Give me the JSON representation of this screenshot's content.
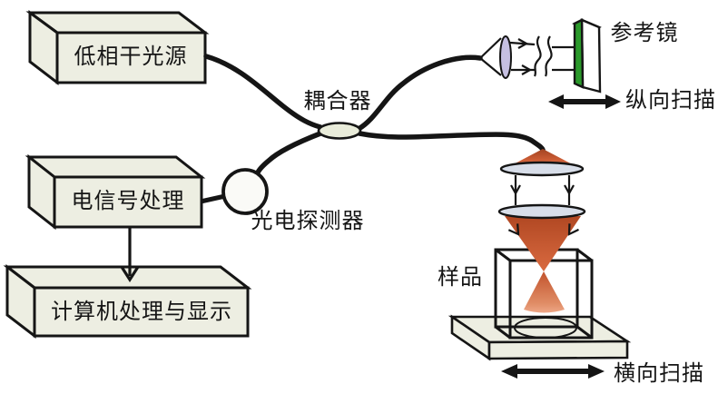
{
  "diagram": {
    "type": "schematic",
    "subject": "Optical coherence tomography system schematic",
    "nodes": {
      "source": {
        "label": "低相干光源"
      },
      "coupler": {
        "label": "耦合器"
      },
      "reference_mirror": {
        "label": "参考镜"
      },
      "longitudinal_scan": {
        "label": "纵向扫描"
      },
      "signal_processing": {
        "label": "电信号处理"
      },
      "photodetector": {
        "label": "光电探测器"
      },
      "computer": {
        "label": "计算机处理与显示"
      },
      "sample": {
        "label": "样品"
      },
      "lateral_scan": {
        "label": "横向扫描"
      }
    },
    "colors": {
      "background": "#ffffff",
      "text": "#151515",
      "outline": "#151515",
      "box_fill": "#edeee2",
      "coupler_fill": "#e9ecda",
      "detector_fill": "#fafaf7",
      "mirror_green": "#2a992a",
      "mirror_side": "#ffffff",
      "reference_lens_fill": "#c6c0e2",
      "objective_lens_fill": "#d8dee9",
      "beam_dark": "#9e4220",
      "beam_mid": "#c2532c",
      "beam_light": "#f2ab89"
    }
  }
}
